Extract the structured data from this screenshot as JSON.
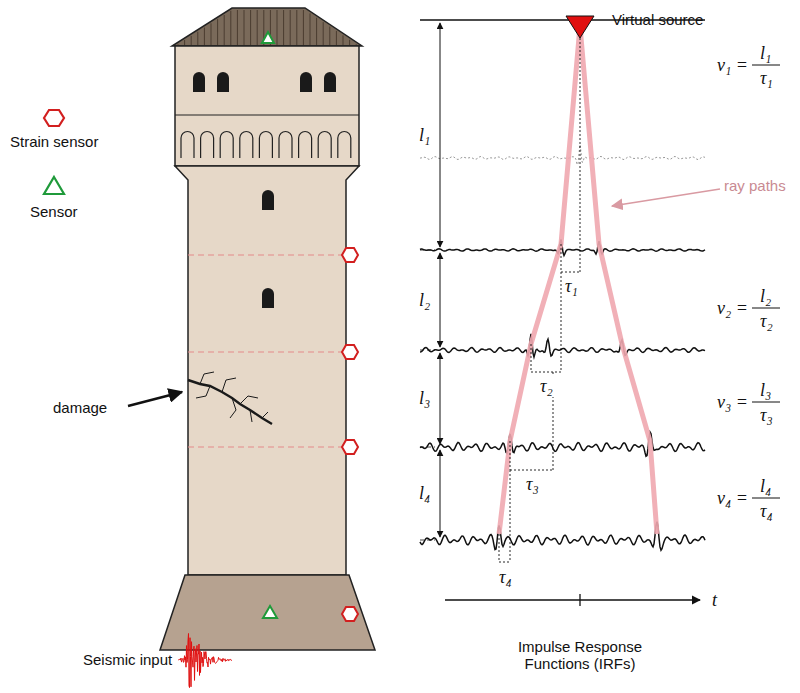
{
  "diagram": {
    "labels": [
      "Virtual source",
      "l₁",
      "l₂",
      "l₃",
      "l₄",
      "τ₁",
      "τ₂",
      "τ₃",
      "τ₄",
      "v₁ =",
      "l₁",
      "τ₁",
      "v₂ =",
      "l₂",
      "τ₂",
      "v₃ =",
      "l₃",
      "τ₃",
      "v₄ =",
      "l₄",
      "τ₄",
      "ray paths",
      "t",
      "Impulse Response Functions (IRFs)",
      "damage",
      "Seismic input"
    ],
    "legend": [
      {
        "text": "Strain sensor"
      },
      {
        "text": "Sensor"
      }
    ]
  }
}
